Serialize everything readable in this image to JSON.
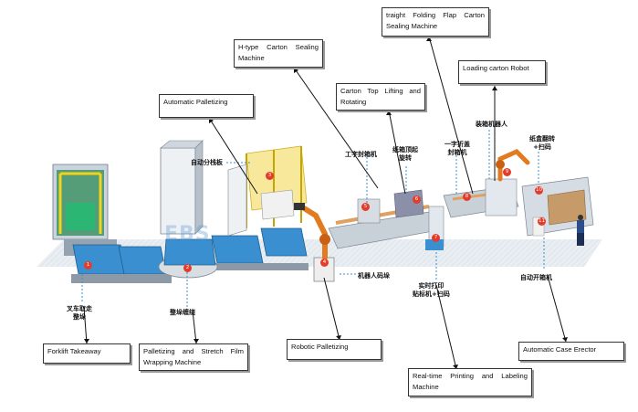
{
  "labels": {
    "straight_folding": "traight Folding Flap Carton Sealing Machine",
    "h_type": "H-type Carton Sealing Machine",
    "carton_top": "Carton Top Lifting and Rotating",
    "loading_robot": "Loading carton Robot",
    "auto_palletizing": "Automatic Palletizing",
    "forklift": "Forklift Takeaway",
    "stretch_film": "Palletizing and Stretch Film Wrapping Machine",
    "robotic_palletizing": "Robotic Palletizing",
    "case_erector": "Automatic Case Erector",
    "printing_labeling": "Real-time Printing and Labeling Machine"
  },
  "cn_labels": {
    "separator": "自动分栈板",
    "h_sealer": "工字封箱机",
    "top_rotate_1": "纸箱顶起",
    "top_rotate_2": "旋转",
    "fold_seal_1": "一字折盖",
    "fold_seal_2": "封箱机",
    "loading_robot": "装箱机器人",
    "flip_scan_1": "纸盒翻转",
    "flip_scan_2": "+扫码",
    "robot_pallet": "机器人码垛",
    "print_label_1": "实时打印",
    "print_label_2": "贴标机+扫码",
    "case_erector": "自动开箱机",
    "forklift_1": "叉车取走",
    "forklift_2": "整垛",
    "wrap": "整垛缠绕"
  },
  "markers": [
    "1",
    "2",
    "3",
    "4",
    "5",
    "6",
    "7",
    "8",
    "9",
    "10",
    "11"
  ],
  "watermark": "EBS",
  "colors": {
    "accent": "#e53b2a",
    "conveyor": "#3a8fd0",
    "frame": "#f2d31b",
    "line": "#111111"
  }
}
